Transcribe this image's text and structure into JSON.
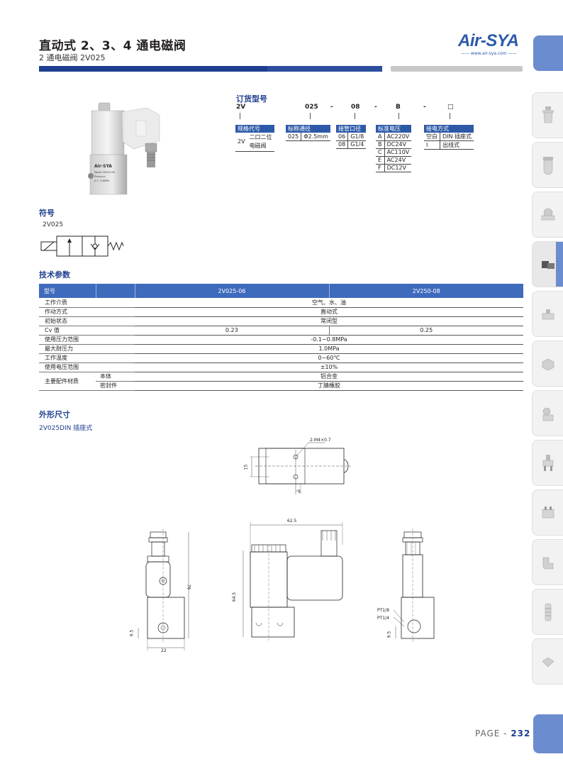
{
  "header": {
    "title": "直动式 2、3、4 通电磁阀",
    "subtitle": "2 通电磁阀 2V025",
    "logo": "Air-SYA",
    "logo_url": "—— www.air-sya.com ——"
  },
  "colors": {
    "accent": "#1e3f8f",
    "table_header": "#3f6bbd",
    "tab": "#6b8cce"
  },
  "order": {
    "title": "订货型号",
    "codes": [
      "2V",
      "025",
      "-",
      "08",
      "-",
      "B",
      "-",
      "□"
    ],
    "series": {
      "header": "规格代号",
      "code": "2V",
      "desc": "二口二位",
      "desc2": "电磁阀"
    },
    "bore": {
      "header": "标称通径",
      "rows": [
        [
          "025",
          "Φ2.5mm"
        ]
      ]
    },
    "port": {
      "header": "接管口径",
      "rows": [
        [
          "06",
          "G1/8"
        ],
        [
          "08",
          "G1/4"
        ]
      ]
    },
    "voltage": {
      "header": "标准电压",
      "rows": [
        [
          "A",
          "AC220V"
        ],
        [
          "B",
          "DC24V"
        ],
        [
          "C",
          "AC110V"
        ],
        [
          "E",
          "AC24V"
        ],
        [
          "F",
          "DC12V"
        ]
      ]
    },
    "wiring": {
      "header": "接电方式",
      "rows": [
        [
          "空白",
          "DIN 插座式"
        ],
        [
          "I",
          "出线式"
        ]
      ]
    }
  },
  "symbol": {
    "title": "符号",
    "model": "2V025"
  },
  "params": {
    "title": "技术参数",
    "headers": [
      "型号",
      "2V025-06",
      "2V250-08"
    ],
    "rows": [
      {
        "label": "工作介质",
        "value": "空气、水、油"
      },
      {
        "label": "作动方式",
        "value": "直动式"
      },
      {
        "label": "初始状态",
        "value": "常闭型"
      },
      {
        "label": "Cv 值",
        "v1": "0.23",
        "v2": "0.25"
      },
      {
        "label": "使用压力范围",
        "value": "-0.1~0.8MPa"
      },
      {
        "label": "最大耐压力",
        "value": "1.0MPa"
      },
      {
        "label": "工作温度",
        "value": "0~60℃"
      },
      {
        "label": "使用电压范围",
        "value": "±10%"
      }
    ],
    "material": {
      "label": "主要配件材质",
      "body_label": "本体",
      "body": "铝合金",
      "seal_label": "密封件",
      "seal": "丁腈橡胶"
    }
  },
  "dimensions": {
    "title": "外形尺寸",
    "subtitle": "2V025DIN 插座式",
    "labels": {
      "bolt": "2-M4×0.7",
      "d15": "15",
      "d5": "5",
      "d625": "62.5",
      "d645": "64.5",
      "d76": "76",
      "d95a": "9.5",
      "d22": "22",
      "d95b": "9.5",
      "pt18": "PT1/8",
      "pt14": "PT1/4"
    }
  },
  "footer": {
    "page_label": "PAGE - ",
    "page_number": "232"
  }
}
